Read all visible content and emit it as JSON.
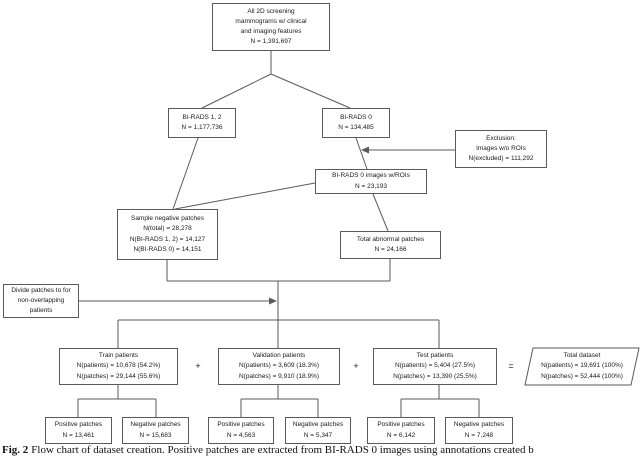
{
  "flowchart": {
    "boxes": {
      "all_mammograms": {
        "text": "All 2D screening\nmammograms w/ clinical\nand imaging features\nN = 1,391,697"
      },
      "birads_1_2": {
        "text": "BI-RADS 1, 2\nN = 1,177,736"
      },
      "birads_0": {
        "text": "BI-RADS 0\nN = 134,485"
      },
      "exclusion": {
        "text": "Exclusion:\nImages w/o ROIs\nN(excluded) = 111,292"
      },
      "birads_0_rois": {
        "text": "BI-RADS 0 images w/ROIs\nN = 23,193"
      },
      "sample_negative": {
        "text": "Sample negative patches\nN(total) = 28,278\nN(BI-RADS 1, 2) = 14,127\nN(BI-RADS 0) = 14,151"
      },
      "total_abnormal": {
        "text": "Total abnormal patches\nN = 24,166"
      },
      "divide": {
        "text": "Divide patches to for\nnon-overlapping\npatients"
      },
      "train": {
        "text": "Train patients\nN(patients) = 10,678 (54.2%)\nN(patches) = 29,144 (55.6%)"
      },
      "validation": {
        "text": "Validation patients\nN(patients) = 3,609 (18.3%)\nN(patches) = 9,910 (18.9%)"
      },
      "test": {
        "text": "Test patients\nN(patients) = 5,404 (27.5%)\nN(patches) = 13,390 (25.5%)"
      },
      "total_dataset": {
        "text": "Total dataset\nN(patients) = 19,691 (100%)\nN(patches) = 52,444 (100%)"
      },
      "train_positive": {
        "text": "Positive patches\nN = 13,461"
      },
      "train_negative": {
        "text": "Negative patches\nN = 15,683"
      },
      "val_positive": {
        "text": "Positive patches\nN = 4,563"
      },
      "val_negative": {
        "text": "Negative patches\nN = 5,347"
      },
      "test_positive": {
        "text": "Positive patches\nN = 6,142"
      },
      "test_negative": {
        "text": "Negative patches\nN = 7,248"
      }
    },
    "operators": {
      "plus_train_val": "+",
      "plus_val_test": "+",
      "equals_total": "="
    },
    "colors": {
      "line": "#5a5a5a",
      "text": "#1a1a1a",
      "background": "#ffffff"
    }
  },
  "caption": {
    "label": "Fig. 2",
    "text": "Flow chart of dataset creation. Positive patches are extracted from BI-RADS 0 images using annotations created b"
  }
}
